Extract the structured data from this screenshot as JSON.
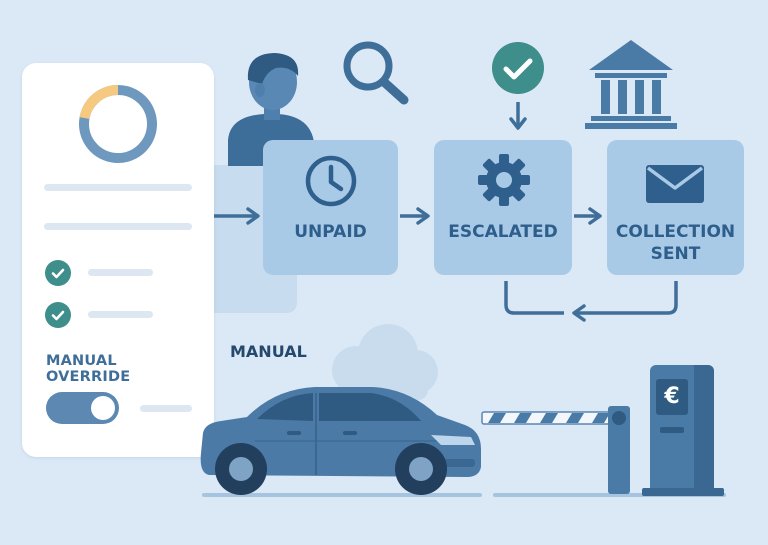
{
  "panel": {
    "override_label": "MANUAL OVERRIDE"
  },
  "flow": {
    "steps": [
      {
        "label": "UNPAID",
        "icon": "clock-icon"
      },
      {
        "label": "ESCALATED",
        "icon": "gear-icon"
      },
      {
        "label_line1": "COLLECTION",
        "label_line2": "SENT",
        "icon": "envelope-icon"
      }
    ]
  },
  "scene": {
    "manual_label": "MANUAL",
    "kiosk_symbol": "€"
  },
  "colors": {
    "background": "#dbe9f7",
    "box": "#a9cae6",
    "primary": "#4a7ba6",
    "dark": "#2f5a82",
    "accent_teal": "#3e8e8b",
    "accent_yellow": "#f5c97f"
  }
}
